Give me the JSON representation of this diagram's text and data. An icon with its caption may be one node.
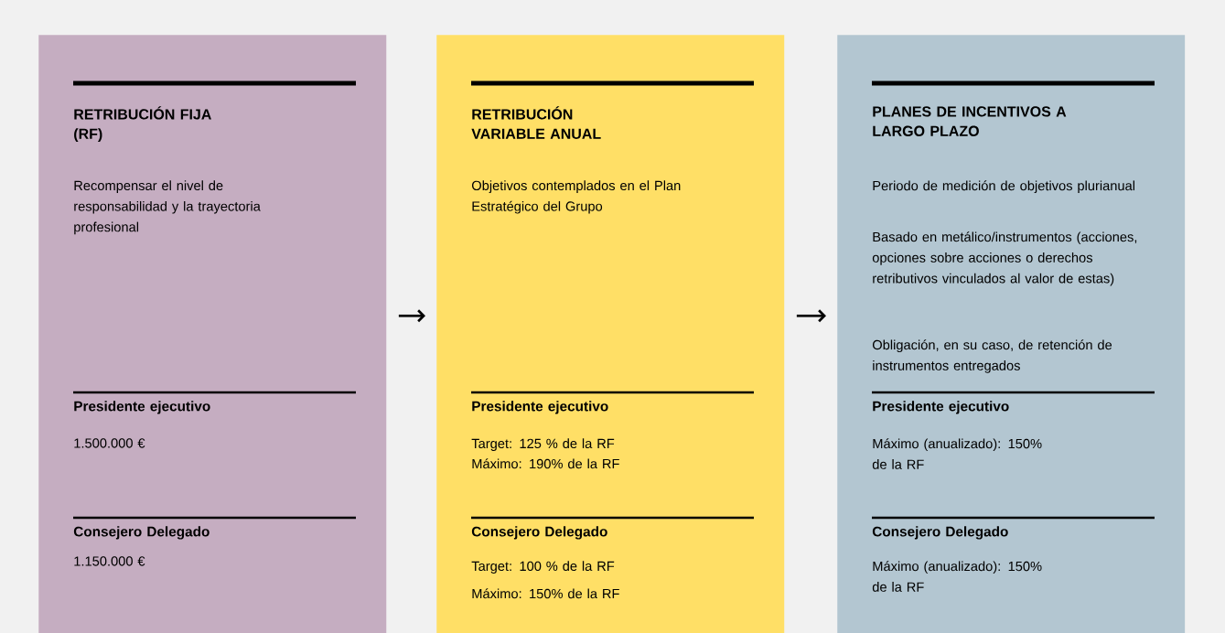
{
  "diagram": {
    "nodes": [
      {
        "text": [
          "RETRIBUCIÓN FIJA (RF)",
          "Recompensar el nivel de responsabilidad y la trayectoria profesional",
          "Presidente ejecutivo",
          "1.500.000 €",
          "Consejero Delegado",
          "1.150.000 €"
        ]
      },
      {
        "text": [
          "RETRIBUCIÓN VARIABLE ANUAL",
          "Objetivos contemplados en el Plan Estratégico del Grupo",
          "Presidente ejecutivo",
          "Target: 125 % de la RF",
          "Máximo: 190% de la RF",
          "Consejero Delegado",
          "Target: 100 % de la RF",
          "Máximo: 150% de la RF"
        ]
      },
      {
        "text": [
          "PLANES DE INCENTIVOS A LARGO PLAZO",
          "Periodo de medición de objetivos plurianual",
          "Basado en metálico/instrumentos (acciones, opciones sobre acciones o derechos retributivos vinculados al valor de estas)",
          "Obligación, en su caso, de retención de instrumentos entregados",
          "Presidente ejecutivo",
          "Máximo (anualizado): 150% de la RF",
          "Consejero Delegado",
          "Máximo (anualizado): 150% de la RF"
        ]
      }
    ],
    "edges": [
      {
        "from": 0,
        "to": 1,
        "arrow": "to"
      },
      {
        "from": 1,
        "to": 2,
        "arrow": "to"
      }
    ]
  }
}
